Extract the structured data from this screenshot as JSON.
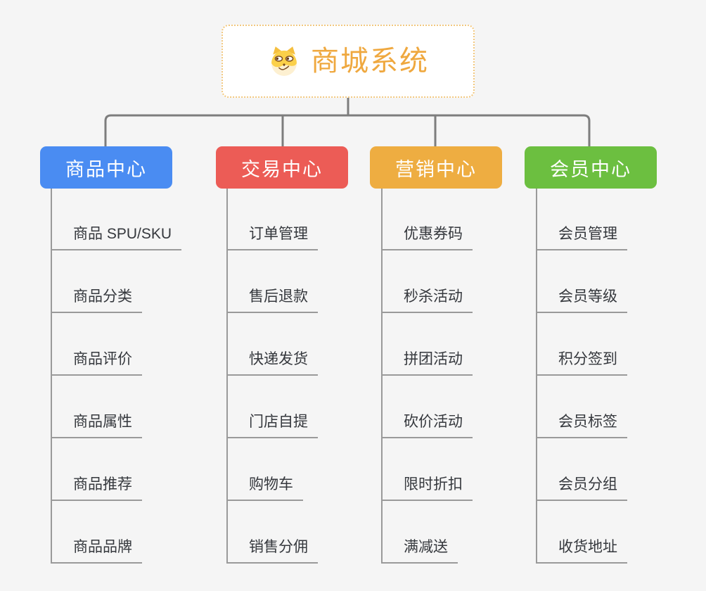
{
  "root": {
    "label": "商城系统",
    "icon": "doge-icon",
    "text_color": "#efa83f",
    "border_color": "#f2c87f"
  },
  "branches": [
    {
      "label": "商品中心",
      "color": "#4a8cf2",
      "children": [
        "商品 SPU/SKU",
        "商品分类",
        "商品评价",
        "商品属性",
        "商品推荐",
        "商品品牌"
      ]
    },
    {
      "label": "交易中心",
      "color": "#ec5c56",
      "children": [
        "订单管理",
        "售后退款",
        "快递发货",
        "门店自提",
        "购物车",
        "销售分佣"
      ]
    },
    {
      "label": "营销中心",
      "color": "#eead41",
      "children": [
        "优惠券码",
        "秒杀活动",
        "拼团活动",
        "砍价活动",
        "限时折扣",
        "满减送"
      ]
    },
    {
      "label": "会员中心",
      "color": "#6cbf40",
      "children": [
        "会员管理",
        "会员等级",
        "积分签到",
        "会员标签",
        "会员分组",
        "收货地址"
      ]
    }
  ],
  "colors": {
    "background": "#f5f5f5",
    "top_connector": "#7d7d7d",
    "branch_line": "#9a9a9a",
    "child_text": "#35383d"
  }
}
